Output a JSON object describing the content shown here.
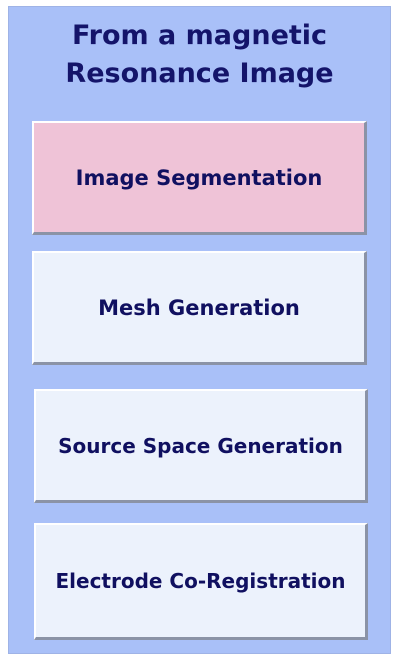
{
  "panel": {
    "background": "#a9c0f8",
    "title_line1": "From a magnetic",
    "title_line2": "Resonance Image"
  },
  "buttons": [
    {
      "label": "Image Segmentation",
      "state": "selected",
      "color": "#efc3d7"
    },
    {
      "label": "Mesh Generation",
      "state": "normal",
      "color": "#ecf2fc"
    },
    {
      "label": "Source Space Generation",
      "state": "normal",
      "color": "#ecf2fc"
    },
    {
      "label": "Electrode Co-Registration",
      "state": "normal",
      "color": "#ecf2fc"
    }
  ]
}
